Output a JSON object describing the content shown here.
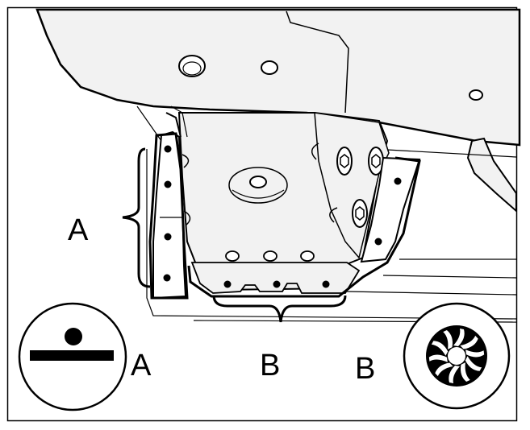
{
  "figure": {
    "callouts": {
      "bracket_a": "A",
      "bracket_b": "B",
      "legend_a": "A",
      "legend_b": "B"
    },
    "legend": [
      {
        "key": "A",
        "icon": "dot-over-bar-icon"
      },
      {
        "key": "B",
        "icon": "fan-rotor-icon"
      }
    ],
    "colors": {
      "ink": "#000000",
      "panel_fill": "#f2f2f2",
      "background": "#ffffff"
    }
  }
}
